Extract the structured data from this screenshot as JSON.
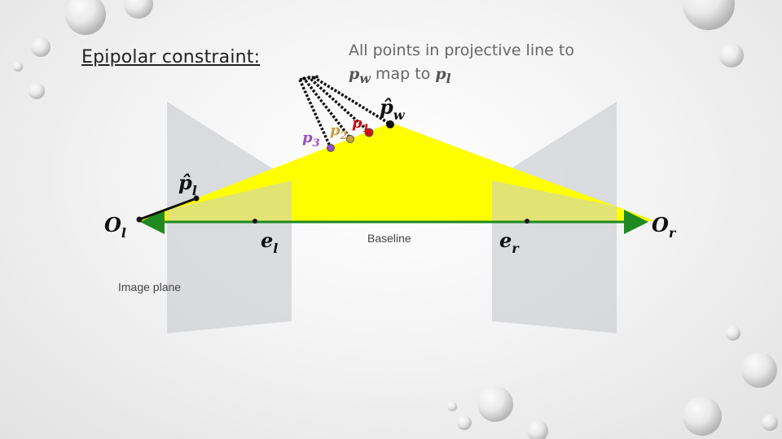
{
  "title": "Epipolar constraint:",
  "callout": {
    "line1": "All points in projective line to",
    "line2_var1": "p",
    "line2_var1_sub": "w",
    "line2_text": "map to",
    "line2_var2": "p",
    "line2_var2_sub": "l"
  },
  "labels": {
    "baseline": "Baseline",
    "image_plane": "Image plane",
    "O_left": "O",
    "O_left_sub": "l",
    "O_right": "O",
    "O_right_sub": "r",
    "e_left": "e",
    "e_left_sub": "l",
    "e_right": "e",
    "e_right_sub": "r",
    "p_w_hat": "p̂",
    "p_w_hat_sub": "w",
    "p_l_hat": "p̂",
    "p_l_hat_sub": "l",
    "p1": "p",
    "p1_sub": "1",
    "p2": "p",
    "p2_sub": "2",
    "p3": "p",
    "p3_sub": "3"
  },
  "colors": {
    "epipolar_plane": "#ffff00",
    "baseline": "#1f8a1f",
    "image_plane": "#c9ccd1",
    "p1": "#cc1111",
    "p2": "#c8a040",
    "p3": "#9b4fc1",
    "points": "#111111"
  }
}
